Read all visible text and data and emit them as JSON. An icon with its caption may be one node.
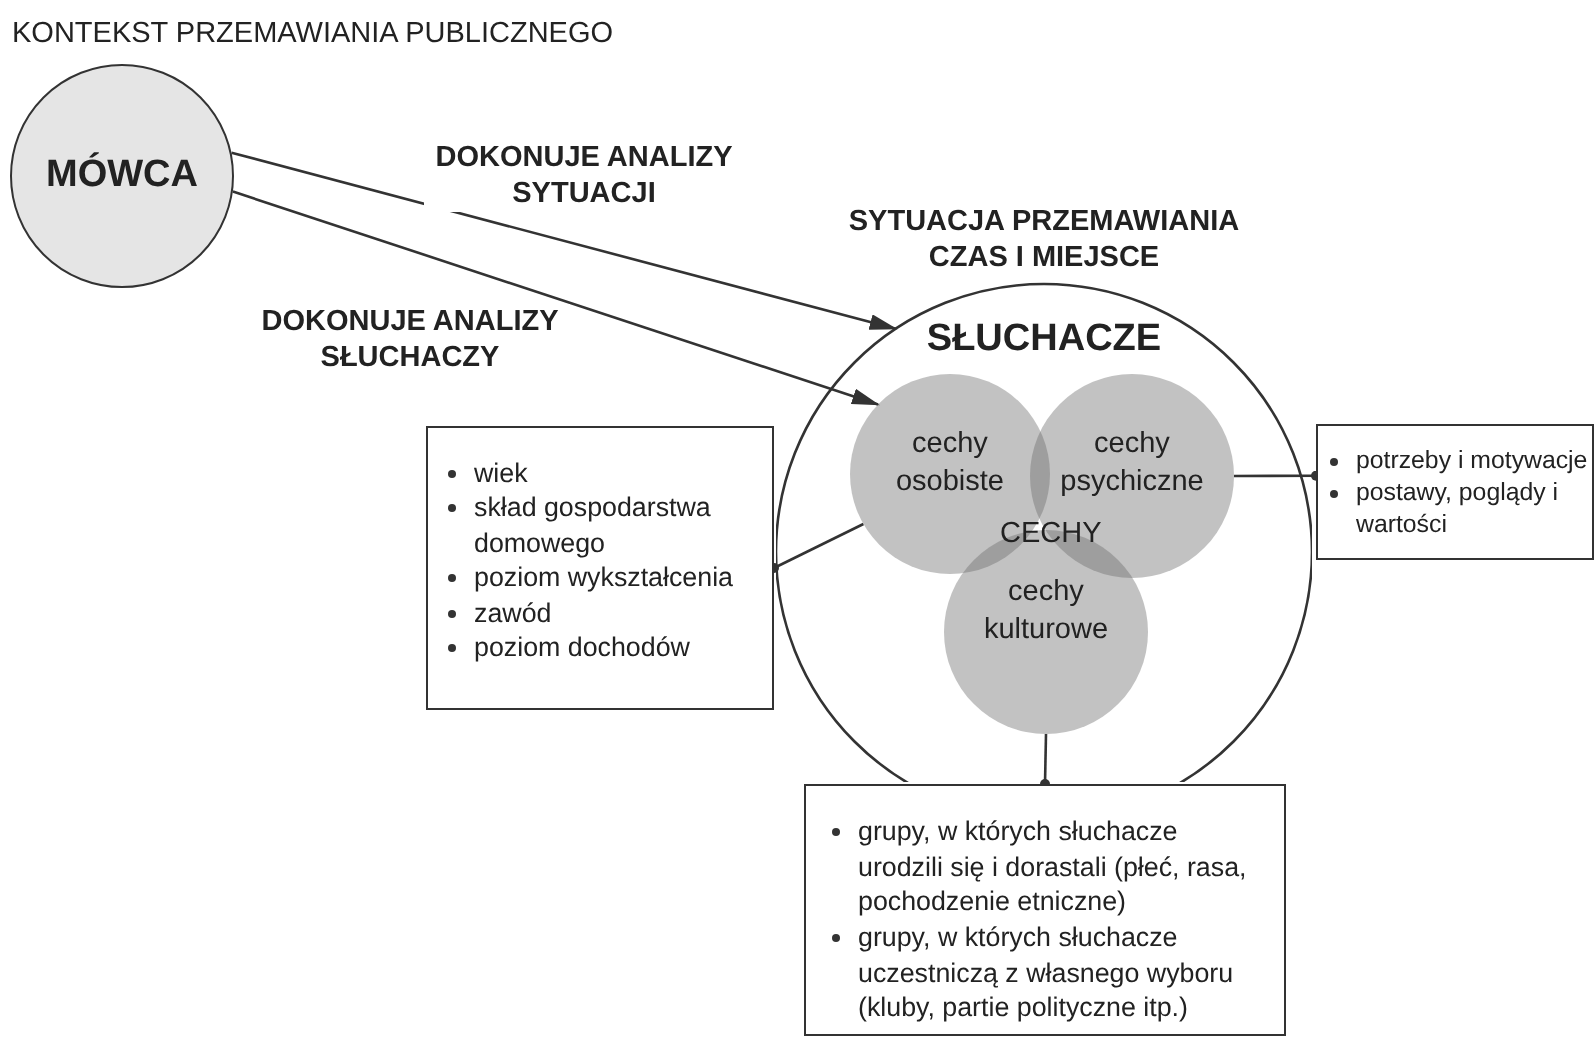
{
  "diagram": {
    "title": "KONTEKST PRZEMAWIANIA PUBLICZNEGO",
    "nodes": [
      {
        "text": [
          "MÓWCA"
        ]
      },
      {
        "text": [
          "SYTUACJA PRZEMAWIANIA CZAS I MIEJSCE",
          "SŁUCHACZE"
        ]
      },
      {
        "text": [
          "cechy osobiste"
        ],
        "in": 1
      },
      {
        "text": [
          "cechy psychiczne"
        ],
        "in": 1
      },
      {
        "text": [
          "cechy kulturowe"
        ],
        "in": 1
      },
      {
        "text": [
          "wiek",
          "skład gospodarstwa domowego",
          "poziom wykształcenia",
          "zawód",
          "poziom dochodów"
        ]
      },
      {
        "text": [
          "potrzeby i motywacje",
          "postawy, poglądy i wartości"
        ]
      },
      {
        "text": [
          "grupy, w których słuchacze urodzili się i dorastali (płeć, rasa, pochodzenie etniczne)",
          "grupy, w których słuchacze uczestniczą z własnego wyboru (kluby, partie polityczne itp.)"
        ]
      }
    ],
    "edges": [
      {
        "from": 0,
        "to": 1,
        "arrow": "to",
        "label": "DOKONUJE ANALIZY SYTUACJI"
      },
      {
        "from": 0,
        "to": 2,
        "arrow": "to",
        "label": "DOKONUJE ANALIZY SŁUCHACZY"
      },
      {
        "from": 2,
        "to": 5,
        "arrow": "other"
      },
      {
        "from": 3,
        "to": 6,
        "arrow": "other"
      },
      {
        "from": 4,
        "to": 7,
        "arrow": "other"
      }
    ],
    "labels": [
      "CECHY"
    ]
  }
}
